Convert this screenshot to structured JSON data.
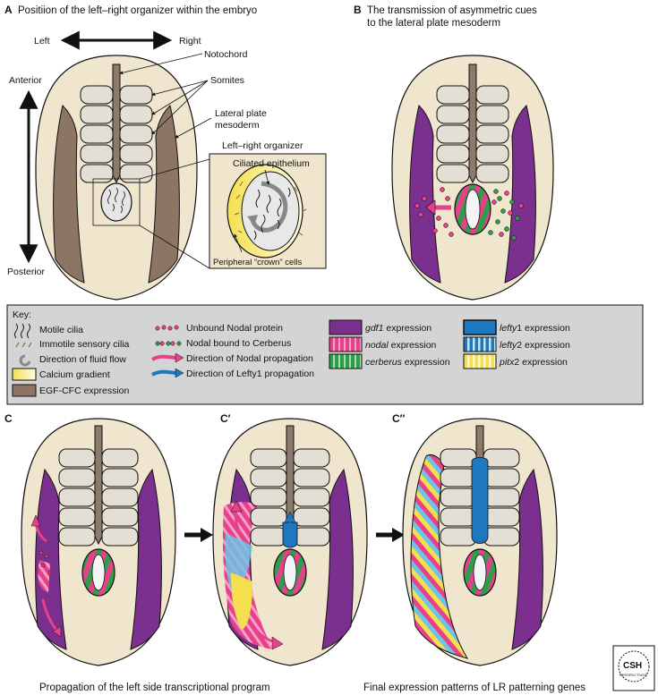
{
  "panels": {
    "a": {
      "letter": "A",
      "title": "Positiion of the left–right organizer within the embryo"
    },
    "b": {
      "letter": "B",
      "title_line1": "The transmission of asymmetric cues",
      "title_line2": "to the lateral plate mesoderm"
    },
    "c": {
      "letter": "C"
    },
    "c1": {
      "letter": "C′"
    },
    "c2": {
      "letter": "C′′"
    }
  },
  "axes": {
    "left": "Left",
    "right": "Right",
    "anterior": "Anterior",
    "posterior": "Posterior"
  },
  "labels": {
    "notochord": "Notochord",
    "somites": "Somites",
    "lateral_plate_1": "Lateral plate",
    "lateral_plate_2": "mesoderm",
    "lr_organizer": "Left–right organizer",
    "ciliated_epithelium": "Ciliated epithelium",
    "crown_cells": "Peripheral “crown” cells"
  },
  "key": {
    "title": "Key:",
    "col1": [
      "Motile cilia",
      "Immotile sensory cilia",
      "Direction of fluid flow",
      "Calcium gradient",
      "EGF-CFC expression"
    ],
    "col2": [
      "Unbound Nodal protein",
      "Nodal bound to Cerberus",
      "Direction of Nodal propagation",
      "Direction of Lefty1 propagation"
    ],
    "col3_italic": [
      "gdf1",
      "nodal",
      "cerberus"
    ],
    "col3_suffix": " expression",
    "col4_italic": [
      "lefty",
      "lefty",
      "pitx"
    ],
    "col4_num": [
      "1",
      "2",
      "2"
    ],
    "col4_suffix": " expression"
  },
  "captions": {
    "left": "Propagation of the left side transcriptional program",
    "right": "Final expression patterns of LR patterning genes"
  },
  "logo": {
    "line1": "CSH",
    "line2": "PERSPECTIVES"
  },
  "colors": {
    "embryo_fill": "#efe6cd",
    "notochord": "#8c7a6b",
    "lpm_egf": "#8d7565",
    "gdf1": "#7b2f8e",
    "nodal": "#e8408a",
    "cerberus": "#2e9e4a",
    "lefty1": "#1e78c0",
    "lefty2": "#6ec3e8",
    "pitx2": "#f4e04d",
    "key_bg": "#d4d4d4"
  }
}
